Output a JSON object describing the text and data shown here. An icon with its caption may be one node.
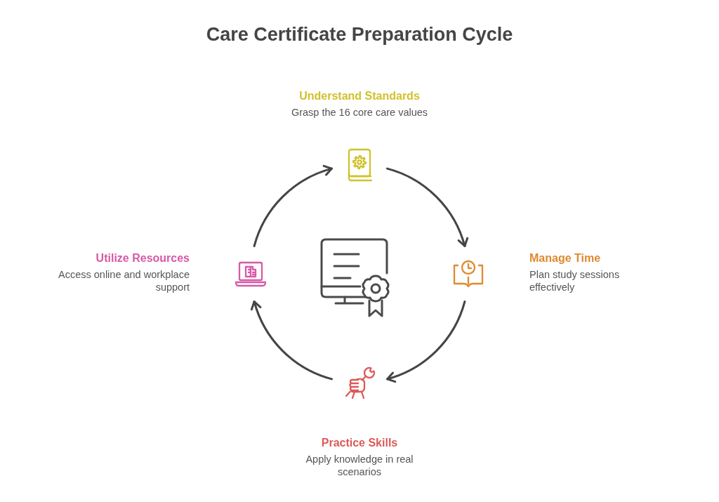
{
  "diagram": {
    "title": "Care Certificate Preparation Cycle",
    "nodes": [
      {
        "text": [
          "Understand Standards",
          "Grasp the 16 core care values"
        ]
      },
      {
        "text": [
          "Manage Time",
          "Plan study sessions effectively"
        ]
      },
      {
        "text": [
          "Practice Skills",
          "Apply knowledge in real scenarios"
        ]
      },
      {
        "text": [
          "Utilize Resources",
          "Access online and workplace support"
        ]
      }
    ],
    "edges": [
      {
        "from": 0,
        "to": 1,
        "arrow": "to"
      },
      {
        "from": 1,
        "to": 2,
        "arrow": "to"
      },
      {
        "from": 2,
        "to": 3,
        "arrow": "to"
      },
      {
        "from": 3,
        "to": 0,
        "arrow": "to"
      }
    ]
  }
}
